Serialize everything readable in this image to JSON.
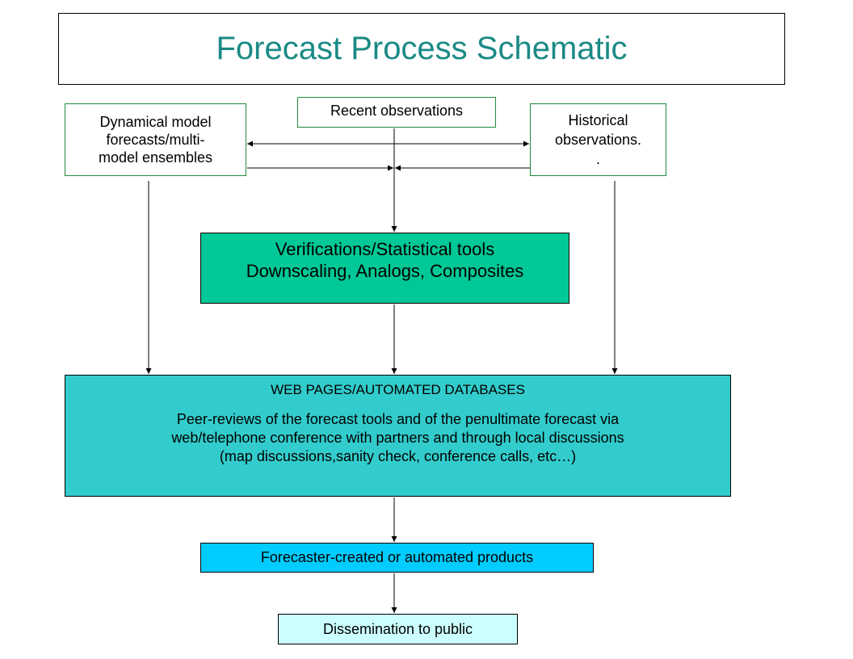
{
  "title": "Forecast Process Schematic",
  "nodes": {
    "dynamical": {
      "line1": "Dynamical model",
      "line2": "forecasts/multi-",
      "line3": "model ensembles"
    },
    "recent": {
      "label": "Recent observations"
    },
    "historical": {
      "line1": "Historical",
      "line2": "observations.",
      "line3": "."
    },
    "verifications": {
      "line1": "Verifications/Statistical tools",
      "line2": "Downscaling, Analogs, Composites"
    },
    "web": {
      "heading": "WEB PAGES/AUTOMATED DATABASES",
      "line1": "Peer-reviews of the forecast tools and of the penultimate forecast via",
      "line2": "web/telephone conference with partners and through local discussions",
      "line3": "(map discussions,sanity check, conference calls, etc…)"
    },
    "products": {
      "label": "Forecaster-created or automated products"
    },
    "dissemination": {
      "label": "Dissemination to public"
    }
  },
  "colors": {
    "title_text": "#1a8a85",
    "input_border": "#1f8a3a",
    "verifications_fill": "#00c896",
    "web_fill": "#33cccc",
    "products_fill": "#00ccff",
    "dissemination_fill": "#ccffff"
  }
}
